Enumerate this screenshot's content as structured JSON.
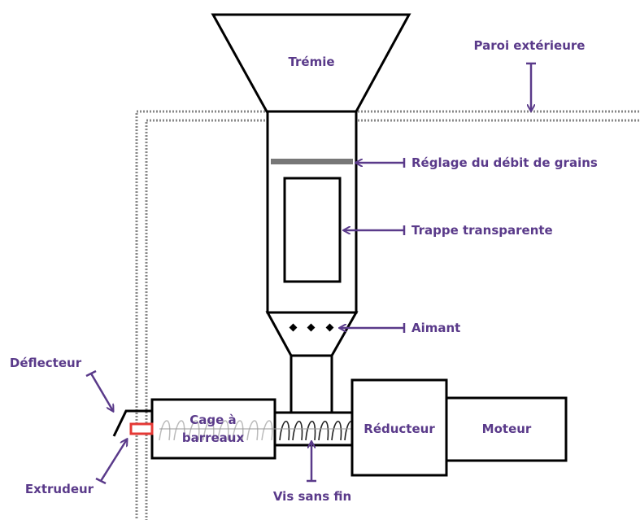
{
  "colors": {
    "label": "#5a3a8a",
    "line": "#000000",
    "wall": "#888888",
    "valve": "#777777",
    "extruder": "#e53935"
  },
  "labels": {
    "tremie": "Trémie",
    "paroi": "Paroi extérieure",
    "reglage": "Réglage du débit de grains",
    "trappe": "Trappe transparente",
    "aimant": "Aimant",
    "deflecteur": "Déflecteur",
    "cage_line1": "Cage à",
    "cage_line2": "barreaux",
    "reducteur": "Réducteur",
    "moteur": "Moteur",
    "vis": "Vis sans fin",
    "extrudeur": "Extrudeur"
  },
  "icons": {
    "arrow": "arrow-head-icon",
    "auger": "auger-screw-icon"
  }
}
